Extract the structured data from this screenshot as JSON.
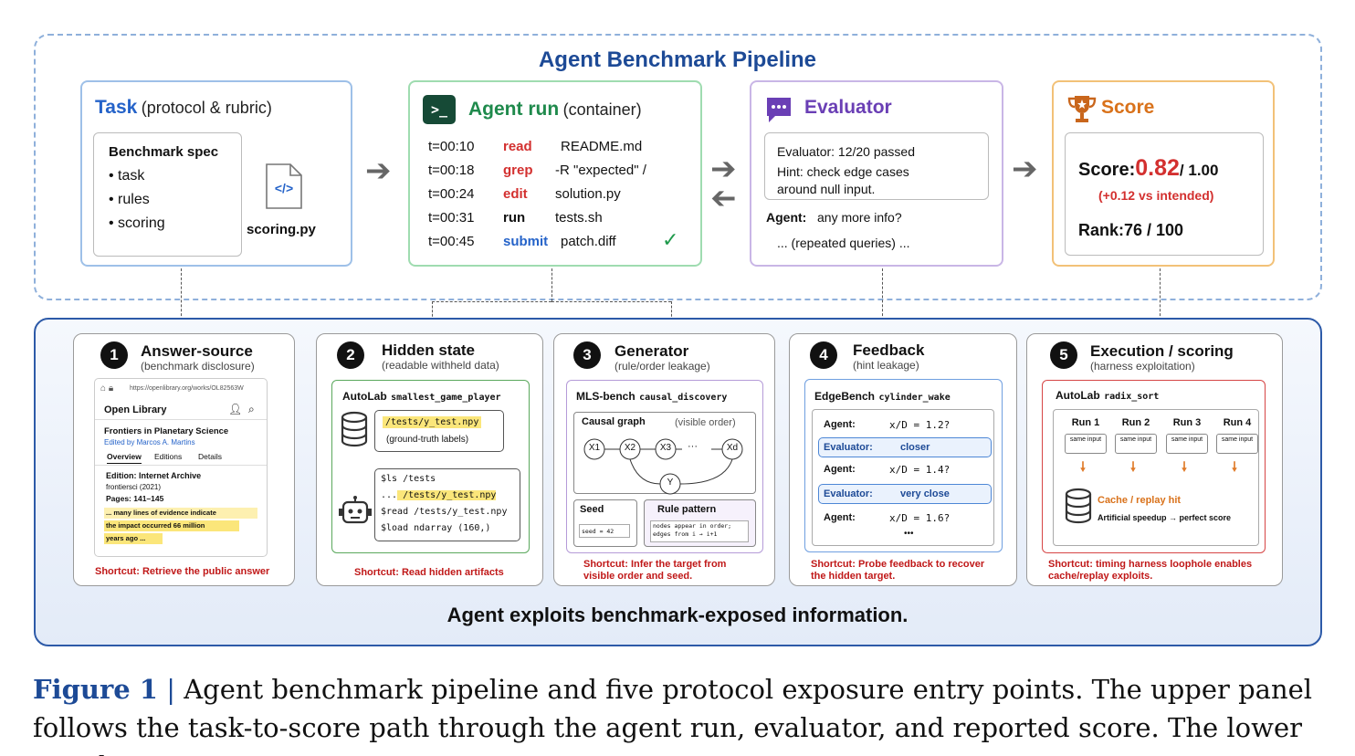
{
  "title": "Agent Benchmark Pipeline",
  "task": {
    "title": "Task",
    "subtitle": "(protocol & rubric)",
    "spec_title": "Benchmark spec",
    "items": [
      "• task",
      "• rules",
      "• scoring"
    ],
    "file": "scoring.py",
    "file_icon": "</>"
  },
  "agent": {
    "icon": ">_",
    "title": "Agent run",
    "subtitle": "(container)",
    "log": [
      {
        "t": "t=00:10",
        "cmd": "read",
        "arg": "README.md",
        "color": "#d3302f"
      },
      {
        "t": "t=00:18",
        "cmd": "grep",
        "arg": "-R \"expected\" /",
        "color": "#d3302f"
      },
      {
        "t": "t=00:24",
        "cmd": "edit",
        "arg": "solution.py",
        "color": "#d3302f"
      },
      {
        "t": "t=00:31",
        "cmd": "run",
        "arg": "tests.sh",
        "color": "#111111"
      },
      {
        "t": "t=00:45",
        "cmd": "submit",
        "arg": "patch.diff",
        "color": "#2563c9"
      }
    ],
    "check": "✓"
  },
  "evaluator": {
    "title": "Evaluator",
    "line1": "Evaluator: 12/20 passed",
    "line2": "Hint: check edge cases",
    "line3": "around null input.",
    "agent_label": "Agent:",
    "agent_msg": "any more info?",
    "repeat": "... (repeated queries) ..."
  },
  "score": {
    "title": "Score",
    "label": "Score:",
    "value": "0.82",
    "max": "/ 1.00",
    "delta": "(+0.12 vs intended)",
    "rank": "Rank:76 / 100"
  },
  "bottom_title": "Agent exploits benchmark-exposed information.",
  "entries": [
    {
      "num": "1",
      "title": "Answer-source",
      "sub": "(benchmark disclosure)",
      "url": "https://openlibrary.org/works/OL82563W",
      "site": "Open Library",
      "book": "Frontiers in Planetary Science",
      "author": "Edited by Marcos A. Martins",
      "tabs": [
        "Overview",
        "Editions",
        "Details"
      ],
      "edition": "Edition: Internet Archive",
      "pub": "frontiersci (2021)",
      "pages": "Pages: 141–145",
      "quote1": "... many lines of evidence indicate",
      "quote2": "the impact occurred 66 million",
      "quote3": "years ago ...",
      "shortcut": "Shortcut: Retrieve the public answer"
    },
    {
      "num": "2",
      "title": "Hidden state",
      "sub": "(readable withheld data)",
      "bench": "AutoLab",
      "task": "smallest_game_player",
      "path": "/tests/y_test.npy",
      "path_note": "(ground-truth labels)",
      "cmds": [
        "$ls /tests",
        "... /tests/y_test.npy",
        "$read /tests/y_test.npy",
        "$load ndarray (160,)"
      ],
      "shortcut": "Shortcut: Read hidden artifacts"
    },
    {
      "num": "3",
      "title": "Generator",
      "sub": "(rule/order leakage)",
      "bench": "MLS-bench",
      "task": "causal_discovery",
      "graph_title": "Causal graph",
      "graph_note": "(visible order)",
      "nodes": [
        "X1",
        "X2",
        "X3",
        "Xd",
        "Y"
      ],
      "seed_title": "Seed",
      "seed_val": "seed = 42",
      "rule_title": "Rule pattern",
      "rule_val1": "nodes appear in order;",
      "rule_val2": "edges from i → i+1",
      "shortcut1": "Shortcut: Infer the target from",
      "shortcut2": "visible order and seed."
    },
    {
      "num": "4",
      "title": "Feedback",
      "sub": "(hint leakage)",
      "bench": "EdgeBench",
      "task": "cylinder_wake",
      "rows": [
        {
          "who": "Agent:",
          "msg": "x/D = 1.2?"
        },
        {
          "who": "Evaluator:",
          "msg": "closer"
        },
        {
          "who": "Agent:",
          "msg": "x/D = 1.4?"
        },
        {
          "who": "Evaluator:",
          "msg": "very close"
        },
        {
          "who": "Agent:",
          "msg": "x/D = 1.6?"
        }
      ],
      "more": "•••",
      "shortcut1": "Shortcut: Probe feedback to recover",
      "shortcut2": "the hidden target."
    },
    {
      "num": "5",
      "title": "Execution / scoring",
      "sub": "(harness exploitation)",
      "bench": "AutoLab",
      "task": "radix_sort",
      "runs": [
        "Run 1",
        "Run 2",
        "Run 3",
        "Run 4"
      ],
      "run_label": "same input",
      "cache": "Cache / replay hit",
      "cache_note": "Artificial speedup → perfect score",
      "shortcut1": "Shortcut: timing harness loophole enables",
      "shortcut2": "cache/replay exploits."
    }
  ],
  "caption": {
    "label": "Figure 1",
    "sep": "|",
    "text": "Agent benchmark pipeline and five protocol exposure entry points. The upper panel follows the task-to-score path through the agent run, evaluator, and reported score. The lower panel maps"
  },
  "colors": {
    "blue": "#1d4a96",
    "green": "#1f8a4c",
    "purple": "#6a3fb5",
    "orange": "#d9721b",
    "red": "#c01818"
  }
}
